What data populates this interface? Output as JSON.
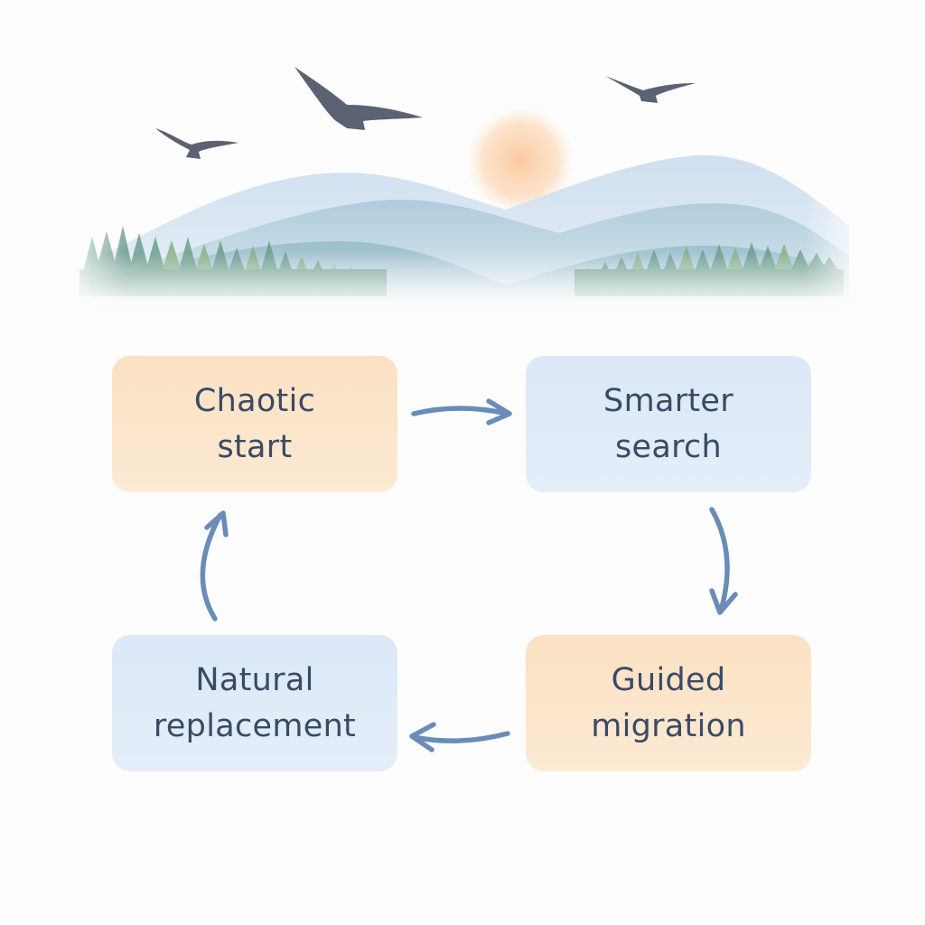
{
  "cycle": {
    "steps": [
      {
        "line1": "Chaotic",
        "line2": "start"
      },
      {
        "line1": "Smarter",
        "line2": "search"
      },
      {
        "line1": "Guided",
        "line2": "migration"
      },
      {
        "line1": "Natural",
        "line2": "replacement"
      }
    ]
  },
  "colors": {
    "warm_box": "#fbe1c2",
    "cool_box": "#dbe8f7",
    "text": "#3a4a66",
    "arrow": "#6a8cb8"
  },
  "icons": {
    "scene": "landscape-with-birds-illustration",
    "arrow": "curved-arrow-icon"
  }
}
